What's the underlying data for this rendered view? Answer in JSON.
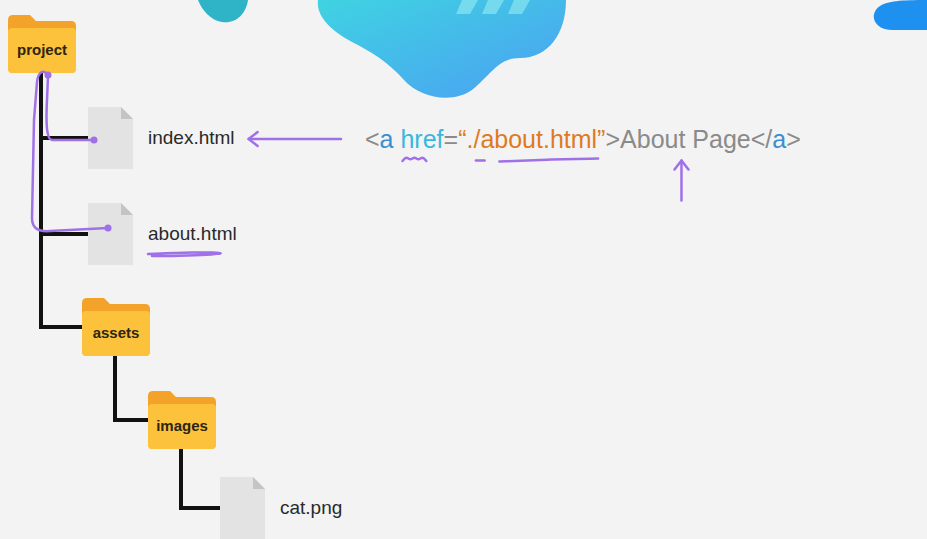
{
  "diagram": {
    "nodes": [
      {
        "text": [
          "project"
        ]
      },
      {
        "text": [
          "index.html"
        ]
      },
      {
        "text": [
          "about.html"
        ]
      },
      {
        "text": [
          "assets"
        ]
      },
      {
        "text": [
          "images"
        ]
      },
      {
        "text": [
          "cat.png"
        ]
      }
    ],
    "edges": [
      {
        "from": 0,
        "to": 1,
        "arrow": "none"
      },
      {
        "from": 0,
        "to": 2,
        "arrow": "none"
      },
      {
        "from": 0,
        "to": 3,
        "arrow": "none"
      },
      {
        "from": 3,
        "to": 4,
        "arrow": "none"
      },
      {
        "from": 4,
        "to": 5,
        "arrow": "none"
      }
    ],
    "labels": [
      "<a href=“./about.html”>About Page</a>"
    ]
  }
}
